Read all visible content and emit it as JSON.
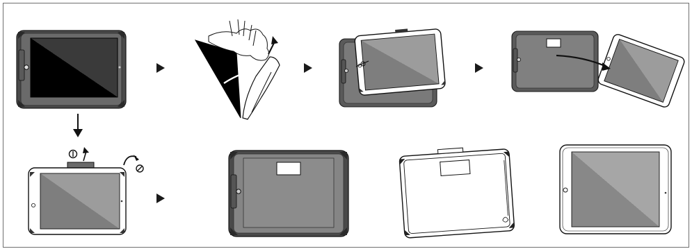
{
  "colors": {
    "frame_border": "#6e6e6e",
    "case_dark": "#4a4a4a",
    "case_mid": "#7a7a7a",
    "case_light": "#9a9a9a",
    "screen_black": "#111111",
    "screen_grey": "#8a8a8a",
    "screen_grey_light": "#a8a8a8",
    "outline": "#1a1a1a",
    "arrow": "#1a1a1a"
  },
  "icons": {
    "step_arrow": "right-triangle-icon",
    "down_arrow": "down-arrow-icon",
    "screw": "screw-icon",
    "curved_arrow": "curved-arrow-icon"
  },
  "steps": [
    "tablet-in-rugged-case",
    "peel-screen-protector",
    "lift-tablet-out-of-case",
    "slide-tablet-out",
    "remove-cover-screws",
    "empty-rugged-case",
    "inner-shell",
    "bare-tablet"
  ]
}
